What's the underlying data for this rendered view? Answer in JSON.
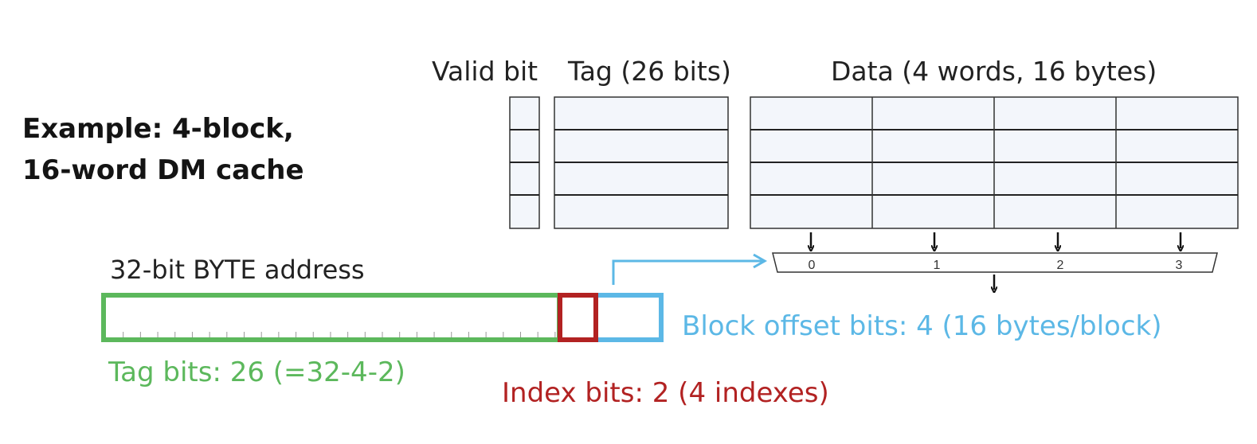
{
  "title": {
    "line1": "Example: 4-block,",
    "line2": "16-word DM cache"
  },
  "headers": {
    "valid": "Valid bit",
    "tag": "Tag (26 bits)",
    "data": "Data (4 words, 16 bytes)"
  },
  "cache": {
    "rows": 4,
    "data_columns": 4
  },
  "mux": {
    "inputs": [
      "0",
      "1",
      "2",
      "3"
    ]
  },
  "address": {
    "label": "32-bit BYTE address",
    "tag_bits_label": "Tag bits: 26 (=32-4-2)",
    "index_bits_label": "Index bits: 2 (4 indexes)",
    "offset_bits_label": "Block offset bits: 4 (16 bytes/block)"
  },
  "colors": {
    "tag": "#5cb85c",
    "index": "#b22222",
    "offset": "#5cb8e6",
    "text": "#111111",
    "cell_fill": "#f3f6fb",
    "grid": "#333333"
  }
}
